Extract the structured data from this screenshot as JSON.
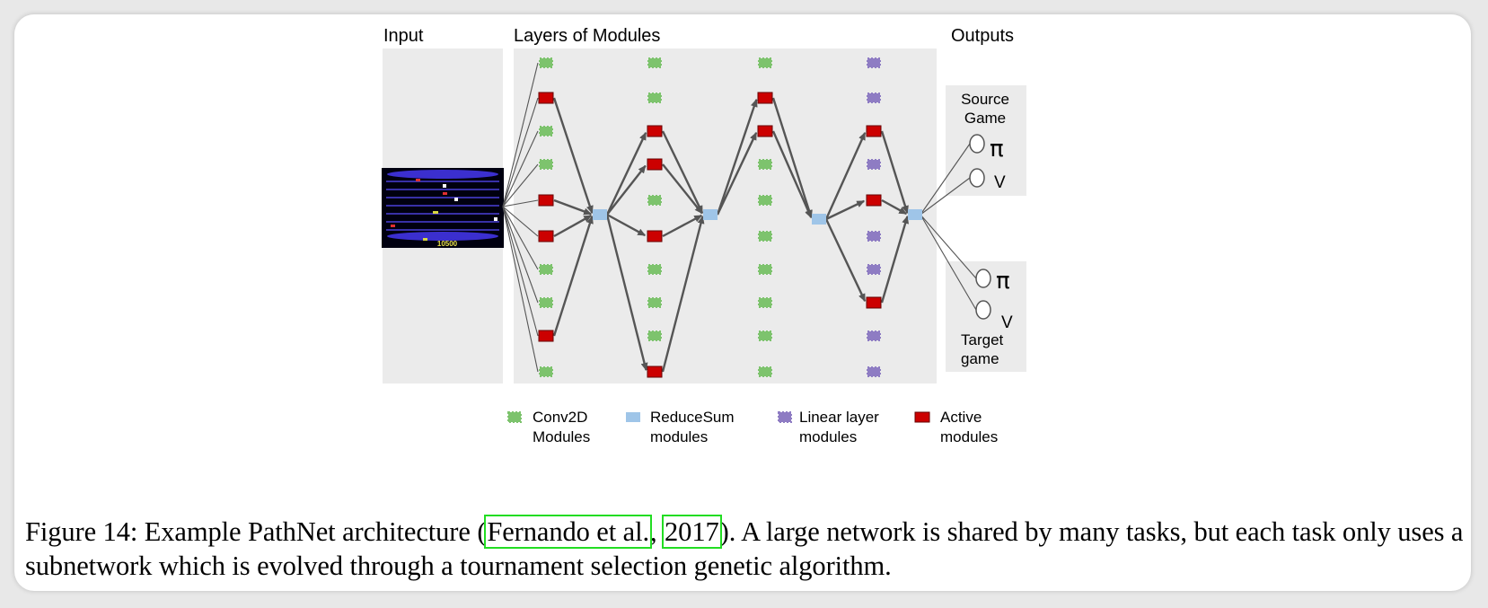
{
  "diagram": {
    "column_titles": {
      "input": "Input",
      "layers": "Layers of Modules",
      "outputs": "Outputs"
    },
    "output_groups": [
      {
        "label_line1": "Source",
        "label_line2": "Game",
        "heads": [
          "π",
          "V"
        ]
      },
      {
        "label_line1": "Target",
        "label_line2": "game",
        "heads": [
          "π",
          "V"
        ]
      }
    ],
    "game_screen": {
      "score": "10500"
    },
    "legend": [
      {
        "name": "conv2d",
        "line1": "Conv2D",
        "line2": "Modules",
        "color": "#7dc36d"
      },
      {
        "name": "reducesum",
        "line1": "ReduceSum",
        "line2": "modules",
        "color": "#9fc5e8"
      },
      {
        "name": "linear",
        "line1": "Linear layer",
        "line2": "modules",
        "color": "#8e7cc3"
      },
      {
        "name": "active",
        "line1": "Active",
        "line2": "modules",
        "color": "#cc0000"
      }
    ],
    "colors": {
      "panel": "#ebebeb",
      "arrow": "#555555",
      "conv": "#7dc36d",
      "reduce": "#9fc5e8",
      "linear": "#8e7cc3",
      "active": "#cc0000"
    }
  },
  "caption": {
    "prefix": "Figure 14: Example PathNet architecture (",
    "cite_author": "Fernando et al.",
    "sep": ", ",
    "cite_year": "2017",
    "suffix": "). A large network is shared by many tasks, but each task only uses a subnetwork which is evolved through a tournament selection genetic algorithm."
  }
}
